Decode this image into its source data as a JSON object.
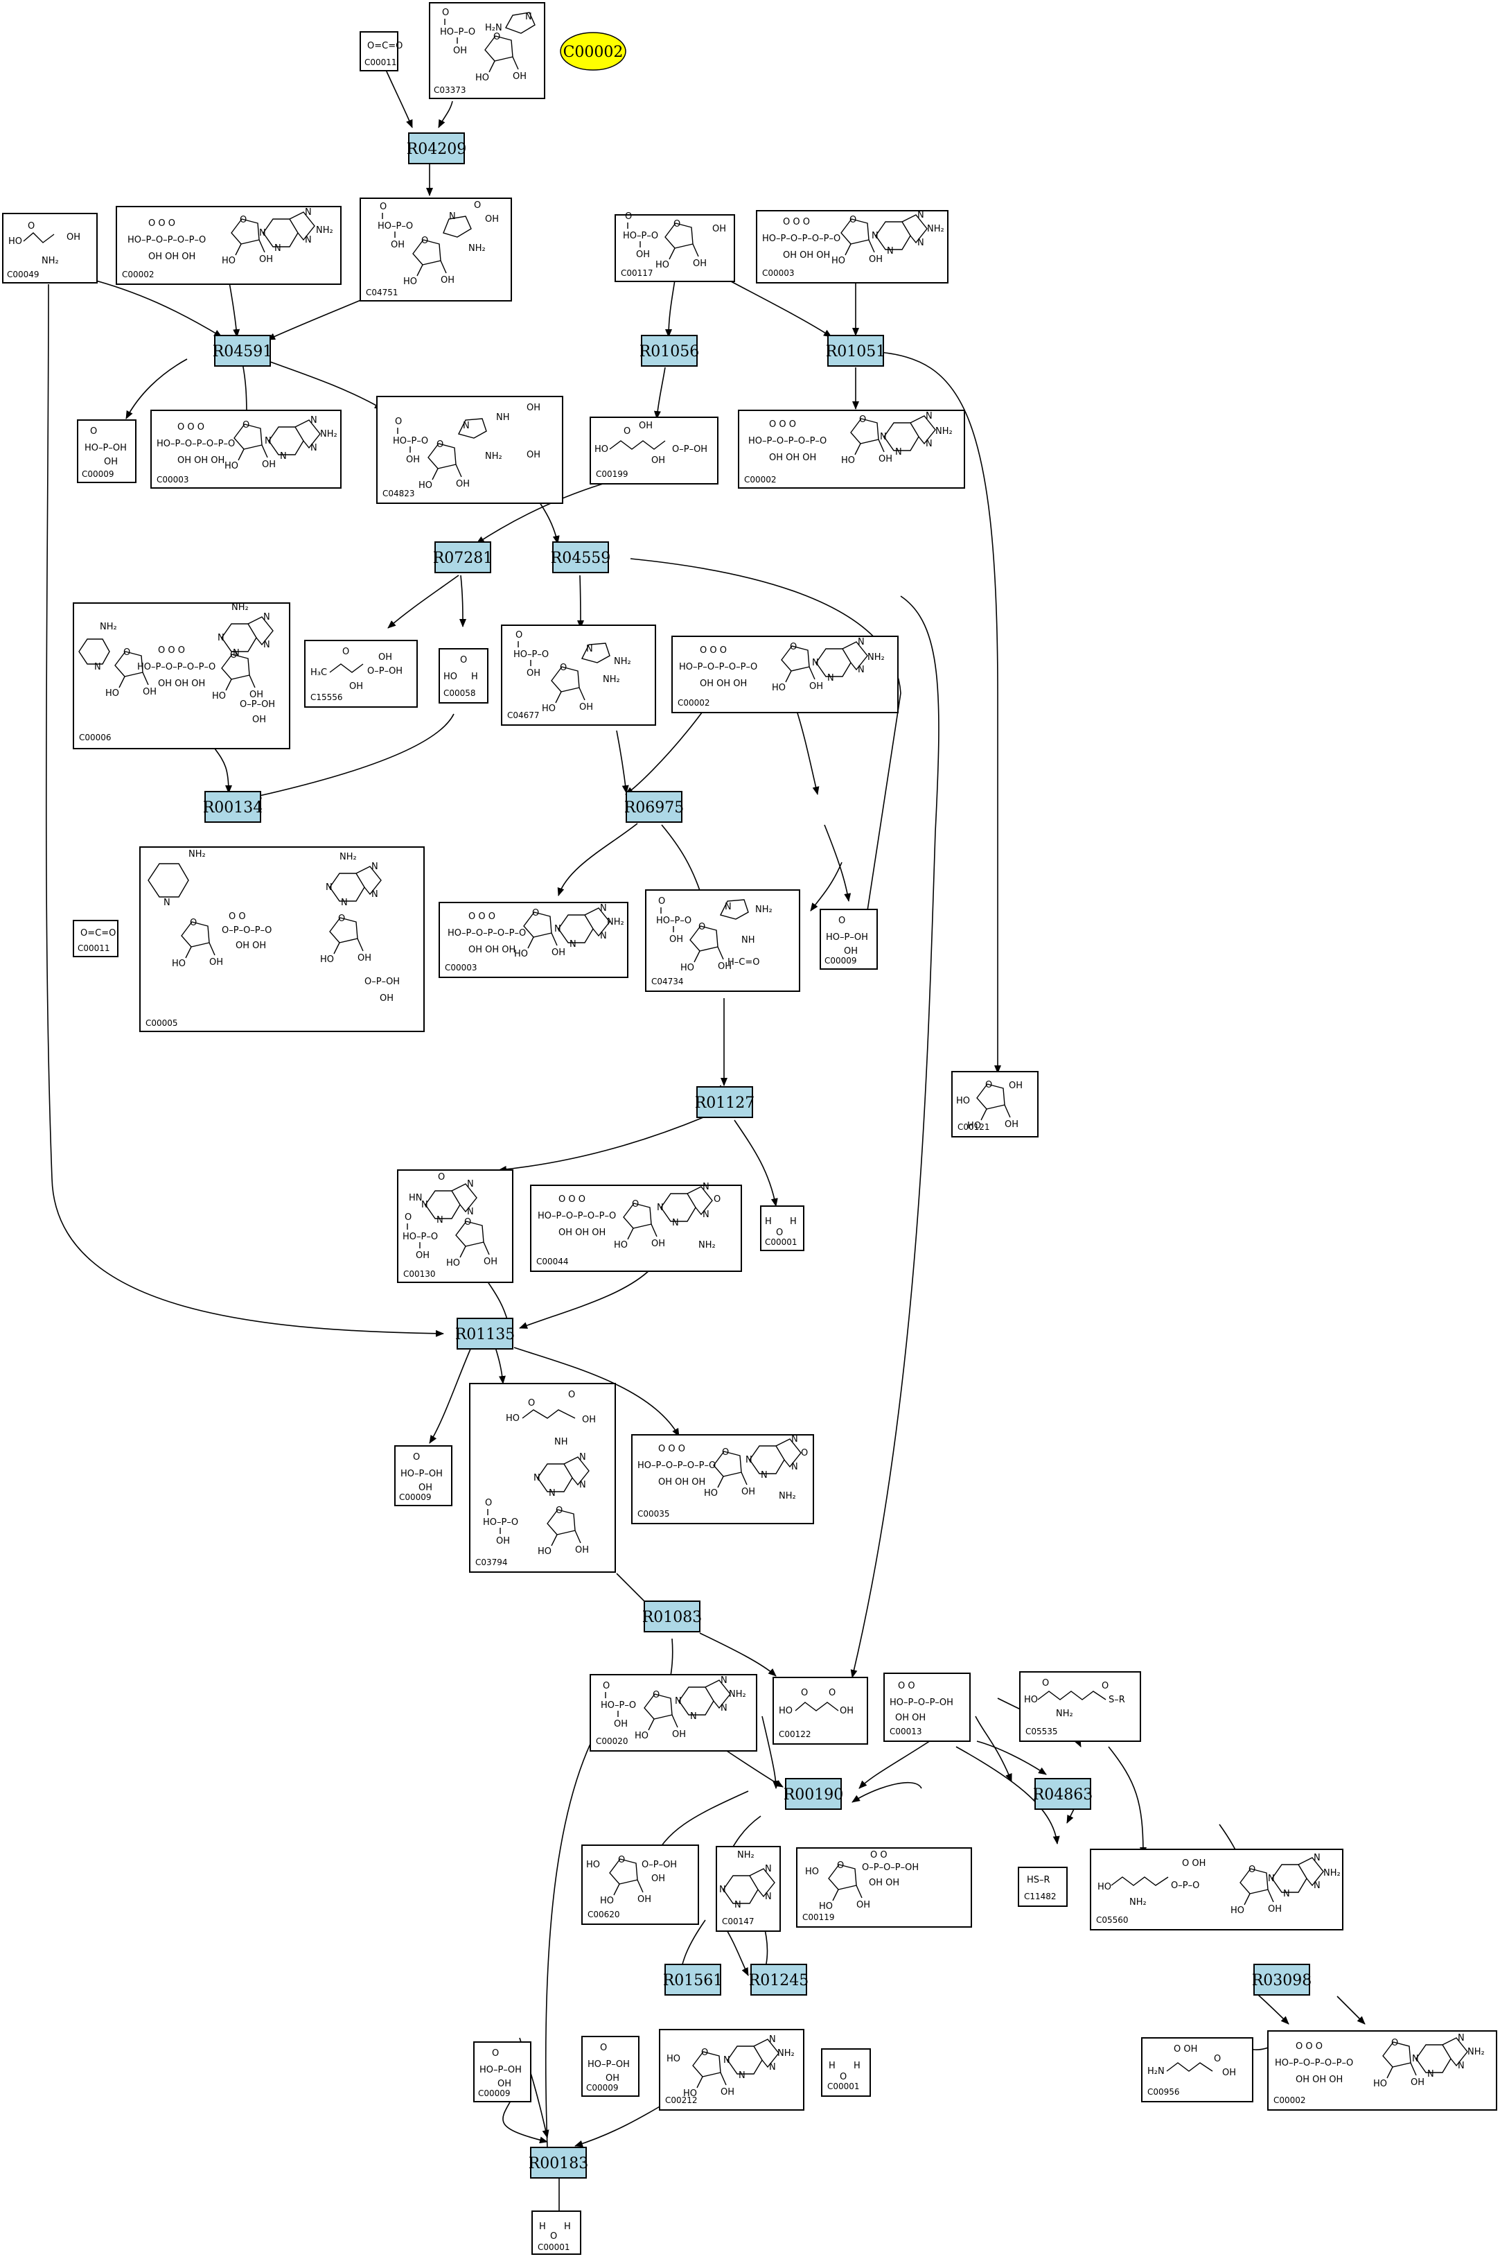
{
  "highlight": "C00002",
  "reactions": [
    {
      "id": "R04209",
      "label": "R04209"
    },
    {
      "id": "R04591",
      "label": "R04591"
    },
    {
      "id": "R01056",
      "label": "R01056"
    },
    {
      "id": "R01051",
      "label": "R01051"
    },
    {
      "id": "R07281",
      "label": "R07281"
    },
    {
      "id": "R04559",
      "label": "R04559"
    },
    {
      "id": "R00134",
      "label": "R00134"
    },
    {
      "id": "R06975",
      "label": "R06975"
    },
    {
      "id": "R01127",
      "label": "R01127"
    },
    {
      "id": "R01135",
      "label": "R01135"
    },
    {
      "id": "R01083",
      "label": "R01083"
    },
    {
      "id": "R00190",
      "label": "R00190"
    },
    {
      "id": "R04863",
      "label": "R04863"
    },
    {
      "id": "R01561",
      "label": "R01561"
    },
    {
      "id": "R01245",
      "label": "R01245"
    },
    {
      "id": "R03098",
      "label": "R03098"
    },
    {
      "id": "R00183",
      "label": "R00183"
    }
  ],
  "compounds": [
    {
      "key": "c00011a",
      "label": "C00011"
    },
    {
      "key": "c03373",
      "label": "C03373"
    },
    {
      "key": "c00049",
      "label": "C00049"
    },
    {
      "key": "c00002a",
      "label": "C00002"
    },
    {
      "key": "c04751",
      "label": "C04751"
    },
    {
      "key": "c00117",
      "label": "C00117"
    },
    {
      "key": "c00003a",
      "label": "C00003"
    },
    {
      "key": "c00009a",
      "label": "C00009"
    },
    {
      "key": "c00003b",
      "label": "C00003"
    },
    {
      "key": "c04823",
      "label": "C04823"
    },
    {
      "key": "c00199",
      "label": "C00199"
    },
    {
      "key": "c00002b",
      "label": "C00002"
    },
    {
      "key": "c00006",
      "label": "C00006"
    },
    {
      "key": "c15556",
      "label": "C15556"
    },
    {
      "key": "c00058",
      "label": "C00058"
    },
    {
      "key": "c04677",
      "label": "C04677"
    },
    {
      "key": "c00002c",
      "label": "C00002"
    },
    {
      "key": "c00011b",
      "label": "C00011"
    },
    {
      "key": "c00005",
      "label": "C00005"
    },
    {
      "key": "c00003c",
      "label": "C00003"
    },
    {
      "key": "c04734",
      "label": "C04734"
    },
    {
      "key": "c00009b",
      "label": "C00009"
    },
    {
      "key": "c00121",
      "label": "C00121"
    },
    {
      "key": "c00130",
      "label": "C00130"
    },
    {
      "key": "c00044",
      "label": "C00044"
    },
    {
      "key": "c00001a",
      "label": "C00001"
    },
    {
      "key": "c00009c",
      "label": "C00009"
    },
    {
      "key": "c03794",
      "label": "C03794"
    },
    {
      "key": "c00035",
      "label": "C00035"
    },
    {
      "key": "c00020",
      "label": "C00020"
    },
    {
      "key": "c00122",
      "label": "C00122"
    },
    {
      "key": "c00013",
      "label": "C00013"
    },
    {
      "key": "c05535",
      "label": "C05535"
    },
    {
      "key": "c00620",
      "label": "C00620"
    },
    {
      "key": "c00147",
      "label": "C00147"
    },
    {
      "key": "c00119",
      "label": "C00119"
    },
    {
      "key": "c11482",
      "label": "C11482"
    },
    {
      "key": "c05560",
      "label": "C05560"
    },
    {
      "key": "c00009d",
      "label": "C00009"
    },
    {
      "key": "c00212",
      "label": "C00212"
    },
    {
      "key": "c00001b",
      "label": "C00001"
    },
    {
      "key": "c00009e",
      "label": "C00009"
    },
    {
      "key": "c00956",
      "label": "C00956"
    },
    {
      "key": "c00002d",
      "label": "C00002"
    },
    {
      "key": "c00001c",
      "label": "C00001"
    }
  ]
}
